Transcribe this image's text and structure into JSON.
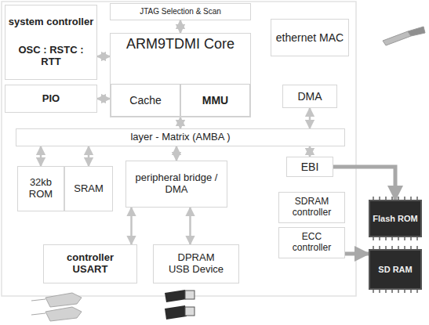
{
  "diagram": {
    "nodes": [
      {
        "text": [
          "system controller",
          "OSC : RSTC : RTT"
        ]
      },
      {
        "text": [
          "PIO"
        ]
      },
      {
        "text": [
          "JTAG Selection & Scan"
        ]
      },
      {
        "text": [
          "ARM9TDMI Core"
        ]
      },
      {
        "text": [
          "Cache"
        ],
        "in": 3
      },
      {
        "text": [
          "MMU"
        ],
        "in": 3
      },
      {
        "text": [
          "ethernet MAC"
        ]
      },
      {
        "text": [
          "DMA"
        ]
      },
      {
        "text": [
          "layer - Matrix (AMBA )"
        ]
      },
      {
        "text": [
          "32kb ROM"
        ]
      },
      {
        "text": [
          "SRAM"
        ]
      },
      {
        "text": [
          "peripheral bridge / DMA"
        ]
      },
      {
        "text": [
          "EBI"
        ]
      },
      {
        "text": [
          "SDRAM controller"
        ]
      },
      {
        "text": [
          "ECC controller"
        ]
      },
      {
        "text": [
          "controller",
          "USART"
        ]
      },
      {
        "text": [
          "DPRAM",
          "USB Device"
        ]
      },
      {
        "text": [
          "Flash ROM"
        ]
      },
      {
        "text": [
          "SD RAM"
        ]
      }
    ],
    "edges": [
      {
        "from": 2,
        "to": 3,
        "arrow": "both"
      },
      {
        "from": 0,
        "to": 3,
        "arrow": "both"
      },
      {
        "from": 1,
        "to": 3,
        "arrow": "both"
      },
      {
        "from": 3,
        "to": 8,
        "arrow": "both"
      },
      {
        "from": 7,
        "to": 8,
        "arrow": "both"
      },
      {
        "from": 8,
        "to": 9,
        "arrow": "both"
      },
      {
        "from": 8,
        "to": 10,
        "arrow": "both"
      },
      {
        "from": 8,
        "to": 11,
        "arrow": "both"
      },
      {
        "from": 8,
        "to": 12,
        "arrow": "both"
      },
      {
        "from": 11,
        "to": 15,
        "arrow": "both"
      },
      {
        "from": 11,
        "to": 16,
        "arrow": "both"
      },
      {
        "from": 12,
        "to": 17,
        "arrow": "to"
      },
      {
        "from": 14,
        "to": 18,
        "arrow": "to"
      }
    ]
  }
}
